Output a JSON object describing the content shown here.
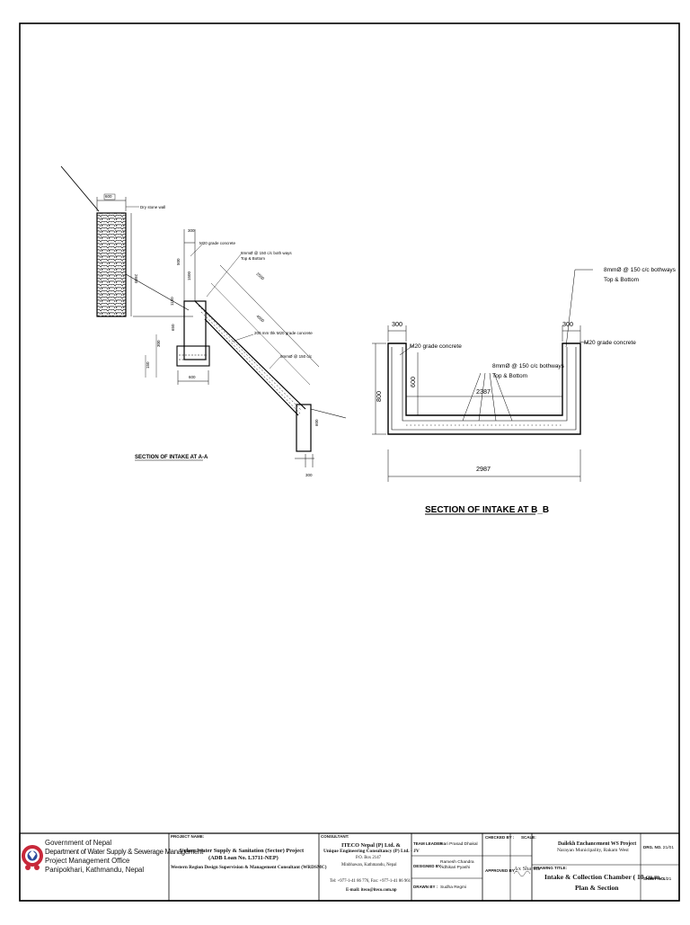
{
  "drawing": {
    "section_aa": {
      "title": "SECTION OF INTAKE  AT  A-A",
      "dims": {
        "wall_width": "600",
        "wall_height": "2600",
        "top_width": "300",
        "h500": "500",
        "h1500": "1500",
        "h650": "650",
        "h300": "300",
        "h150": "150",
        "h1150": "1150",
        "base_600": "600",
        "slope_2500": "2500",
        "slope_4000": "4000",
        "end_600": "600",
        "end_300": "300"
      },
      "notes": {
        "dry_stone": "Dry stone wall",
        "m20_top": "M20 grade concrete",
        "rebar_1": "8mmØ @ 150 c/c both ways",
        "rebar_1b": "Top & Bottom",
        "thk_200": "200 mm thk M20 grade concrete",
        "rebar_2": "8mmØ @ 150 c/c"
      }
    },
    "section_bb": {
      "title": "SECTION OF INTAKE  AT  B_B",
      "dims": {
        "left_width": "300",
        "right_width": "300",
        "height_800": "800",
        "inner_600": "600",
        "inner_2387": "2387",
        "overall": "2987"
      },
      "notes": {
        "m20_left": "M20 grade concrete",
        "m20_right": "M20 grade concrete",
        "rebar_top_right": "8mmØ @ 150 c/c bothways",
        "rebar_top_right_b": "Top & Bottom",
        "rebar_mid": "8mmØ @ 150 c/c bothways",
        "rebar_mid_b": "Top & Bottom"
      }
    }
  },
  "title_block": {
    "owner": {
      "line1": "Government of Nepal",
      "line2": "Department of Water Supply & Sewerage Management",
      "line3": "Project Management Office",
      "line4": "Panipokhari, Kathmandu, Nepal"
    },
    "project": {
      "label": "PROJECT NAME:",
      "name1": "Urban Water Supply & Sanitation (Sector) Project",
      "name2": "(ADB Loan No. L3711-NEP)",
      "name3": "Western Region Design Supervision & Management Consultant (WRDSMC)"
    },
    "consultant": {
      "label": "CONSULTANT:",
      "line1": "ITECO Nepal (P) Ltd. &",
      "line2": "Unique Engineering Consultancy (P) Ltd. - JV",
      "line3": "P.O. Box 2147",
      "line4": "Minbhawan, Kathmandu, Nepal",
      "line5": "Tel: +977-1-41 86 776, Fax: +977-1-41 86 961",
      "line6": "E-mail: iteco@iteco.com.np"
    },
    "people": {
      "team_leader_label": "TEAM LEADER :",
      "team_leader": "Hari Prasad Dhakal",
      "designed_label": "DESIGNED BY :",
      "designed1": "Ramesh Chandra",
      "designed2": "Adhikari Pyashi",
      "drawn_label": "DRAWN BY :",
      "drawn": "Sudha Regmi"
    },
    "approvals": {
      "checked_label": "CHECKED BY :",
      "approved_label": "APPROVED BY :",
      "approved_sign": "Ax Sharma"
    },
    "scale": {
      "label": "SCALE:"
    },
    "drawing_info": {
      "project_title": "Dailekh Enchancement WS Project",
      "location": "Narayan Municipality, Rakam West",
      "drawing_title_label": "DRAWING TITLE:",
      "drawing_title1": "Intake & Collection Chamber ( 10 cu.m.",
      "drawing_title2": "Plan & Section",
      "dwg_no_label": "DRG. NO. :",
      "dwg_no": "21/01",
      "sheet_label": "SHEET NO. :",
      "sheet_no": "1/21"
    }
  }
}
